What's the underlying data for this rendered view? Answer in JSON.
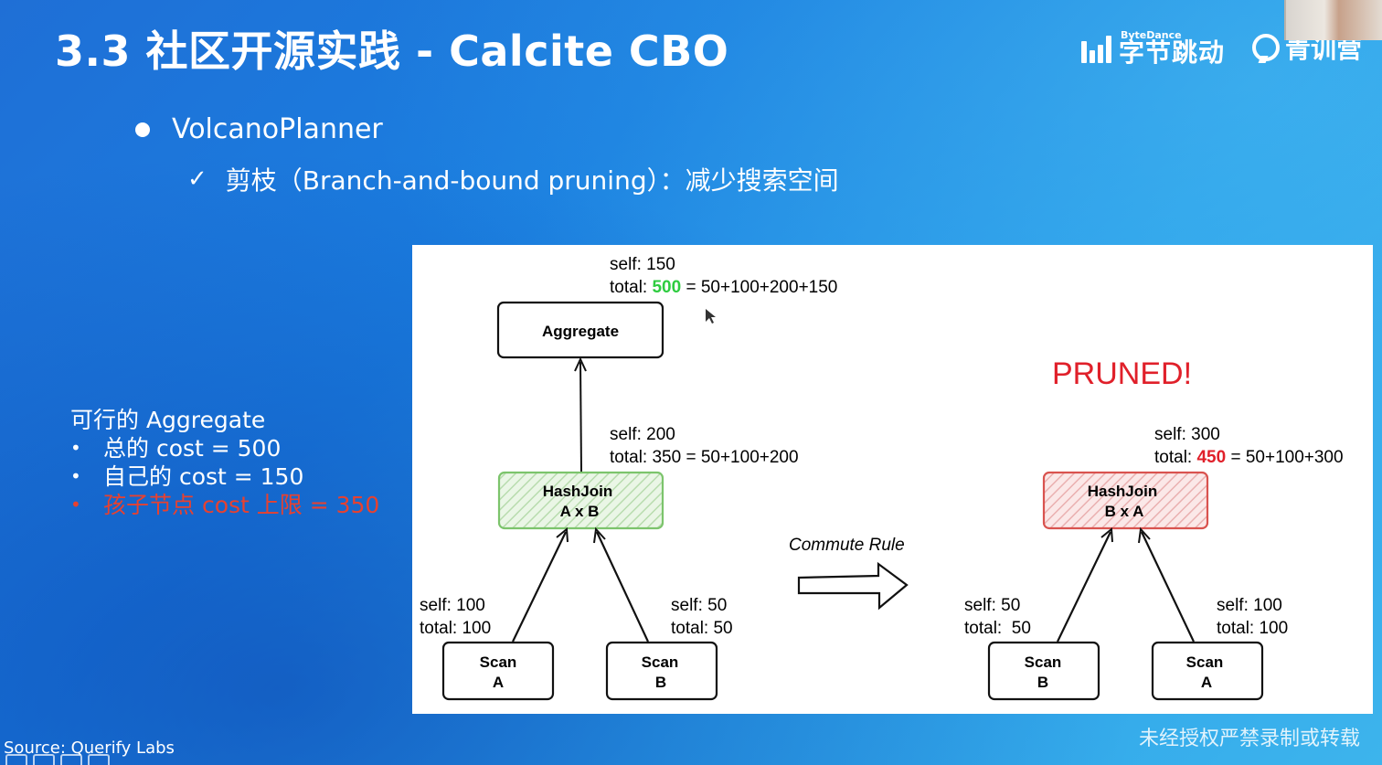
{
  "slide": {
    "title": "3.3 社区开源实践 - Calcite CBO",
    "bullet": "VolcanoPlanner",
    "sub_bullet": "剪枝（Branch-and-bound pruning）：减少搜索空间",
    "check_glyph": "✓"
  },
  "brand": {
    "bytedance_small": "ByteDance",
    "bytedance_cn": "字节跳动",
    "qingxun": "青训营"
  },
  "left_notes": {
    "heading": "可行的 Aggregate",
    "items": [
      {
        "text": "总的 cost = 500",
        "highlight": false
      },
      {
        "text": "自己的 cost = 150",
        "highlight": false
      },
      {
        "text": "孩子节点 cost 上限 = 350",
        "highlight": true
      }
    ]
  },
  "diagram": {
    "aggregate": {
      "label": "Aggregate",
      "self": "self: 150",
      "total_prefix": "total: ",
      "total_value": "500",
      "total_suffix": " = 50+100+200+150"
    },
    "left_join": {
      "line1": "HashJoin",
      "line2": "A x B",
      "self": "self: 200",
      "total": "total: 350 = 50+100+200"
    },
    "left_scan_a": {
      "line1": "Scan",
      "line2": "A",
      "self": "self: 100",
      "total": "total: 100"
    },
    "left_scan_b": {
      "line1": "Scan",
      "line2": "B",
      "self": "self: 50",
      "total": "total: 50"
    },
    "commute_label": "Commute Rule",
    "pruned": "PRUNED!",
    "right_join": {
      "line1": "HashJoin",
      "line2": "B x A",
      "self": "self: 300",
      "total_prefix": "total: ",
      "total_value": "450",
      "total_suffix": " = 50+100+300"
    },
    "right_scan_b": {
      "line1": "Scan",
      "line2": "B",
      "self": "self: 50",
      "total": "total:  50"
    },
    "right_scan_a": {
      "line1": "Scan",
      "line2": "A",
      "self": "self: 100",
      "total": "total: 100"
    }
  },
  "footer": {
    "source": "Source: Querify Labs",
    "watermark": "未经授权严禁录制或转载"
  },
  "colors": {
    "green_highlight": "#2ecc40",
    "red_highlight": "#e0202a",
    "pruned_red": "#e0202a"
  }
}
